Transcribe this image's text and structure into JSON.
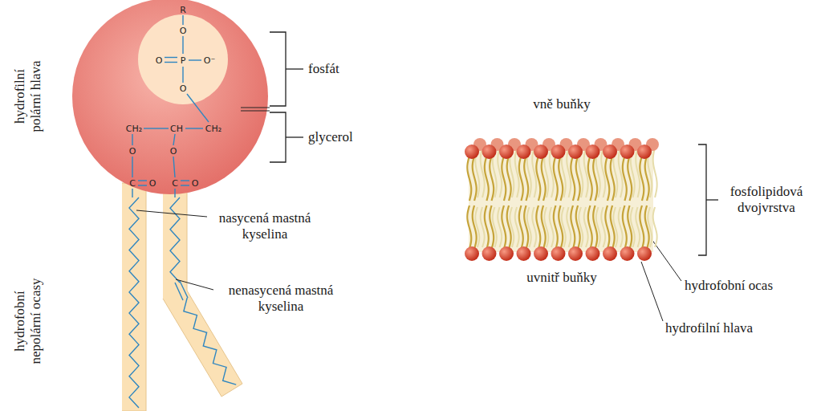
{
  "diagram": {
    "labels": [
      "hydrofilní polární hlava",
      "fosfát",
      "glycerol",
      "R",
      "O",
      "O",
      "P",
      "O⁻",
      "O",
      "CH₂",
      "CH",
      "CH₂",
      "O",
      "O",
      "C",
      "O",
      "C",
      "O",
      "nasycená mastná kyselina",
      "nenasycená mastná kyselina",
      "hydrofobní nepolární ocasy",
      "vně buňky",
      "uvnitř buňky",
      "fosfolipidová dvojvrstva",
      "hydrofobní ocas",
      "hydrofilní hlava"
    ]
  }
}
